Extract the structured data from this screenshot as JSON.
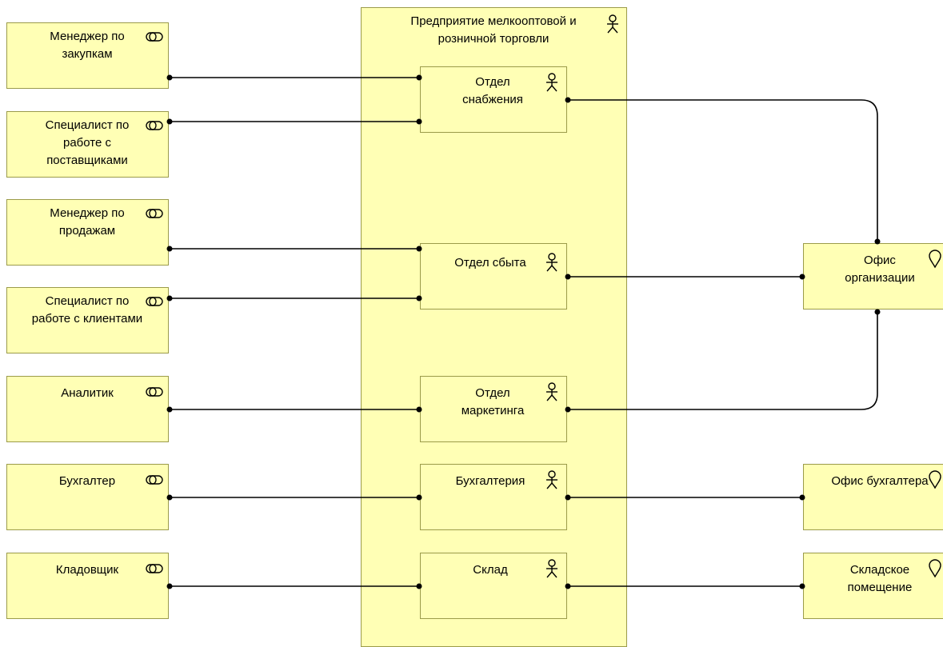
{
  "enterprise": {
    "label": "Предприятие мелкооптовой и розничной торговли",
    "icon": "actor-icon"
  },
  "roles": [
    {
      "id": "r1",
      "label": "Менеджер по закупкам",
      "icon": "role-icon"
    },
    {
      "id": "r2",
      "label": "Специалист по работе с поставщиками",
      "icon": "role-icon"
    },
    {
      "id": "r3",
      "label": "Менеджер по продажам",
      "icon": "role-icon"
    },
    {
      "id": "r4",
      "label": "Специалист по работе с клиентами",
      "icon": "role-icon"
    },
    {
      "id": "r5",
      "label": "Аналитик",
      "icon": "role-icon"
    },
    {
      "id": "r6",
      "label": "Бухгалтер",
      "icon": "role-icon"
    },
    {
      "id": "r7",
      "label": "Кладовщик",
      "icon": "role-icon"
    }
  ],
  "departments": [
    {
      "id": "d1",
      "label": "Отдел снабжения",
      "icon": "actor-icon"
    },
    {
      "id": "d2",
      "label": "Отдел сбыта",
      "icon": "actor-icon"
    },
    {
      "id": "d3",
      "label": "Отдел маркетинга",
      "icon": "actor-icon"
    },
    {
      "id": "d4",
      "label": "Бухгалтерия",
      "icon": "actor-icon"
    },
    {
      "id": "d5",
      "label": "Склад",
      "icon": "actor-icon"
    }
  ],
  "locations": [
    {
      "id": "l1",
      "label": "Офис организации",
      "icon": "location-icon"
    },
    {
      "id": "l2",
      "label": "Офис бухгалтера",
      "icon": "location-icon"
    },
    {
      "id": "l3",
      "label": "Складское помещение",
      "icon": "location-icon"
    }
  ],
  "colors": {
    "fill": "#ffffb5",
    "border": "#9b9b4a",
    "line": "#000000"
  }
}
